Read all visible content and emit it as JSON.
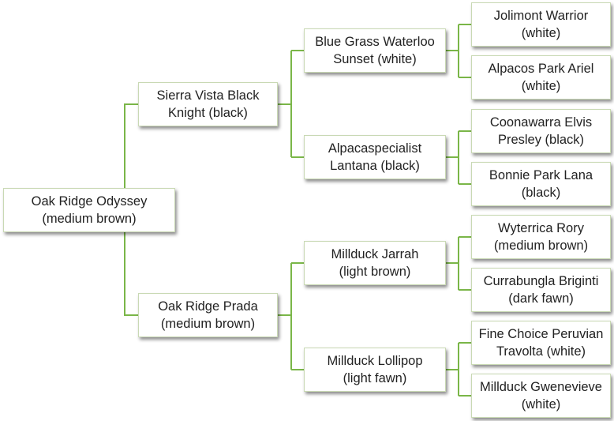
{
  "pedigree": {
    "subject": {
      "name": "Oak Ridge Odyssey",
      "color": "(medium brown)"
    },
    "sire": {
      "name": "Sierra Vista Black Knight",
      "line1": "Sierra Vista Black",
      "line2": "Knight (black)"
    },
    "dam": {
      "name": "Oak Ridge Prada",
      "color": "(medium brown)"
    },
    "sire_sire": {
      "line1": "Blue Grass Waterloo",
      "line2": "Sunset (white)"
    },
    "sire_dam": {
      "line1": "Alpacaspecialist",
      "line2": "Lantana (black)"
    },
    "dam_sire": {
      "line1": "Millduck Jarrah",
      "line2": "(light brown)"
    },
    "dam_dam": {
      "line1": "Millduck Lollipop",
      "line2": "(light fawn)"
    },
    "ss_sire": {
      "line1": "Jolimont Warrior",
      "line2": "(white)"
    },
    "ss_dam": {
      "line1": "Alpacos Park Ariel",
      "line2": "(white)"
    },
    "sd_sire": {
      "line1": "Coonawarra Elvis",
      "line2": "Presley (black)"
    },
    "sd_dam": {
      "line1": "Bonnie Park Lana",
      "line2": "(black)"
    },
    "ds_sire": {
      "line1": "Wyterrica Rory",
      "line2": "(medium brown)"
    },
    "ds_dam": {
      "line1": "Currabungla Briginti",
      "line2": "(dark fawn)"
    },
    "dd_sire": {
      "line1": "Fine Choice Peruvian",
      "line2": "Travolta (white)"
    },
    "dd_dam": {
      "line1": "Millduck Gwenevieve",
      "line2": "(white)"
    }
  },
  "style": {
    "connector_color": "#7ab648",
    "box_border": "#c9d9b4"
  }
}
